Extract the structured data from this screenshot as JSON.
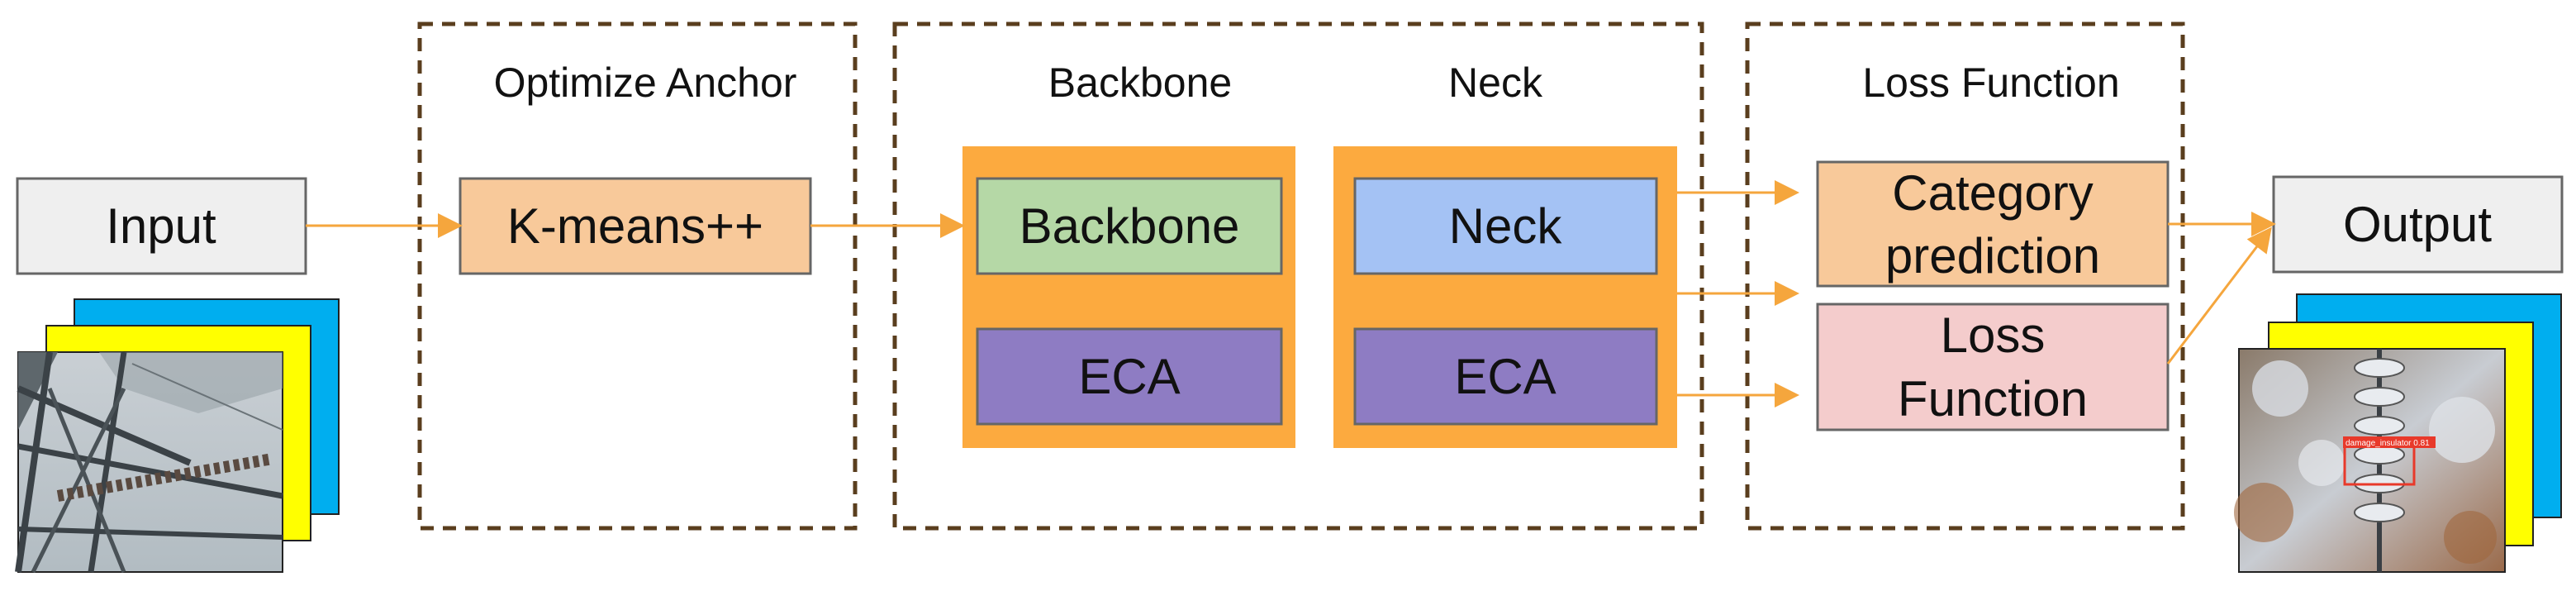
{
  "sections": {
    "optimize_anchor": "Optimize Anchor",
    "backbone": "Backbone",
    "neck": "Neck",
    "loss_function": "Loss Function"
  },
  "nodes": {
    "input": "Input",
    "kmeans": "K-means++",
    "backbone": "Backbone",
    "backbone_eca": "ECA",
    "neck": "Neck",
    "neck_eca": "ECA",
    "category_line1": "Category",
    "category_line2": "prediction",
    "loss_line1": "Loss",
    "loss_line2": "Function",
    "output": "Output"
  },
  "detection_label": "damage_insulator 0.81",
  "colors": {
    "dashed_border": "#5a3e1e",
    "arrow": "#f5a63d",
    "io_box": "#efefef",
    "kmeans": "#f8c99a",
    "container_orange": "#fcaa3f",
    "backbone_green": "#b5d8a6",
    "neck_blue": "#a4c2f4",
    "eca_purple": "#8e7cc3",
    "category": "#f8c99a",
    "loss": "#f4cccc",
    "stack_blue": "#00aeef",
    "stack_yellow": "#ffff00",
    "detection_red": "#e8392a"
  },
  "icons": {
    "input_stack": "image-stack-icon",
    "output_stack": "image-stack-icon"
  }
}
